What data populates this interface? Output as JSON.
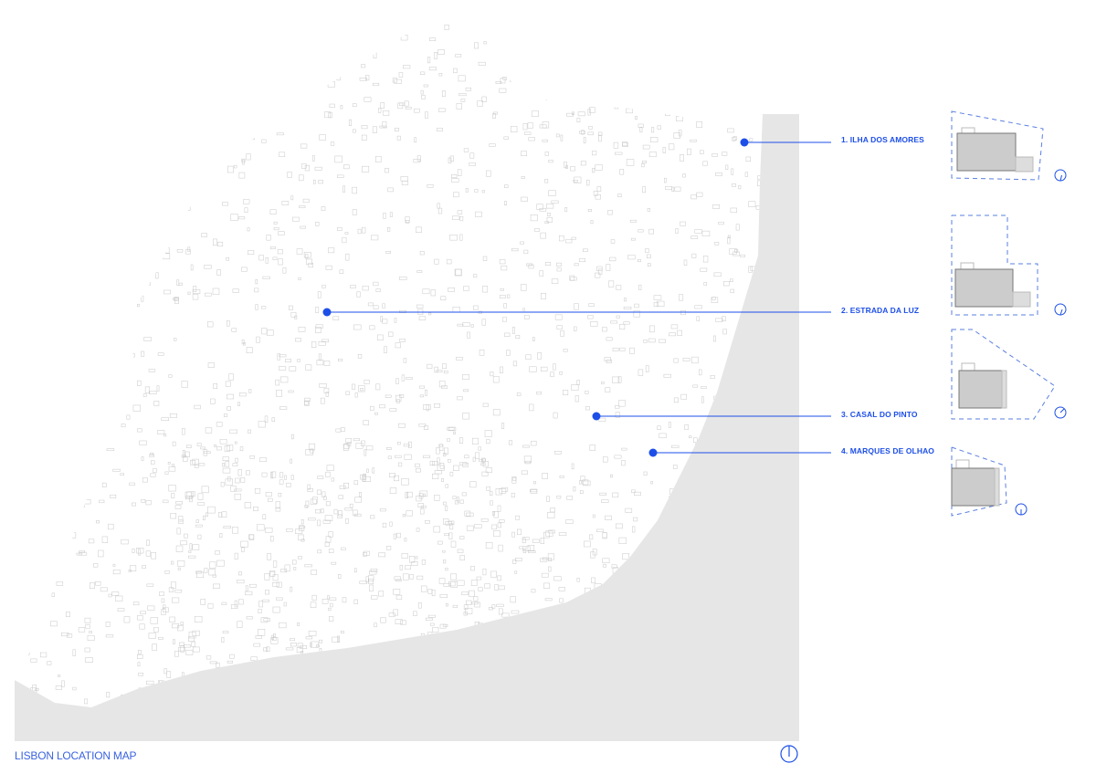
{
  "map": {
    "title": "LISBON LOCATION MAP",
    "accent_color": "#1d4fe8",
    "water_color": "#e6e6e6",
    "north_icon": "north-arrow-icon"
  },
  "sites": [
    {
      "label": "1.  ILHA DOS AMORES"
    },
    {
      "label": "2.  ESTRADA DA LUZ"
    },
    {
      "label": "3.  CASAL DO PINTO"
    },
    {
      "label": "4.  MARQUES DE OLHAO"
    }
  ]
}
